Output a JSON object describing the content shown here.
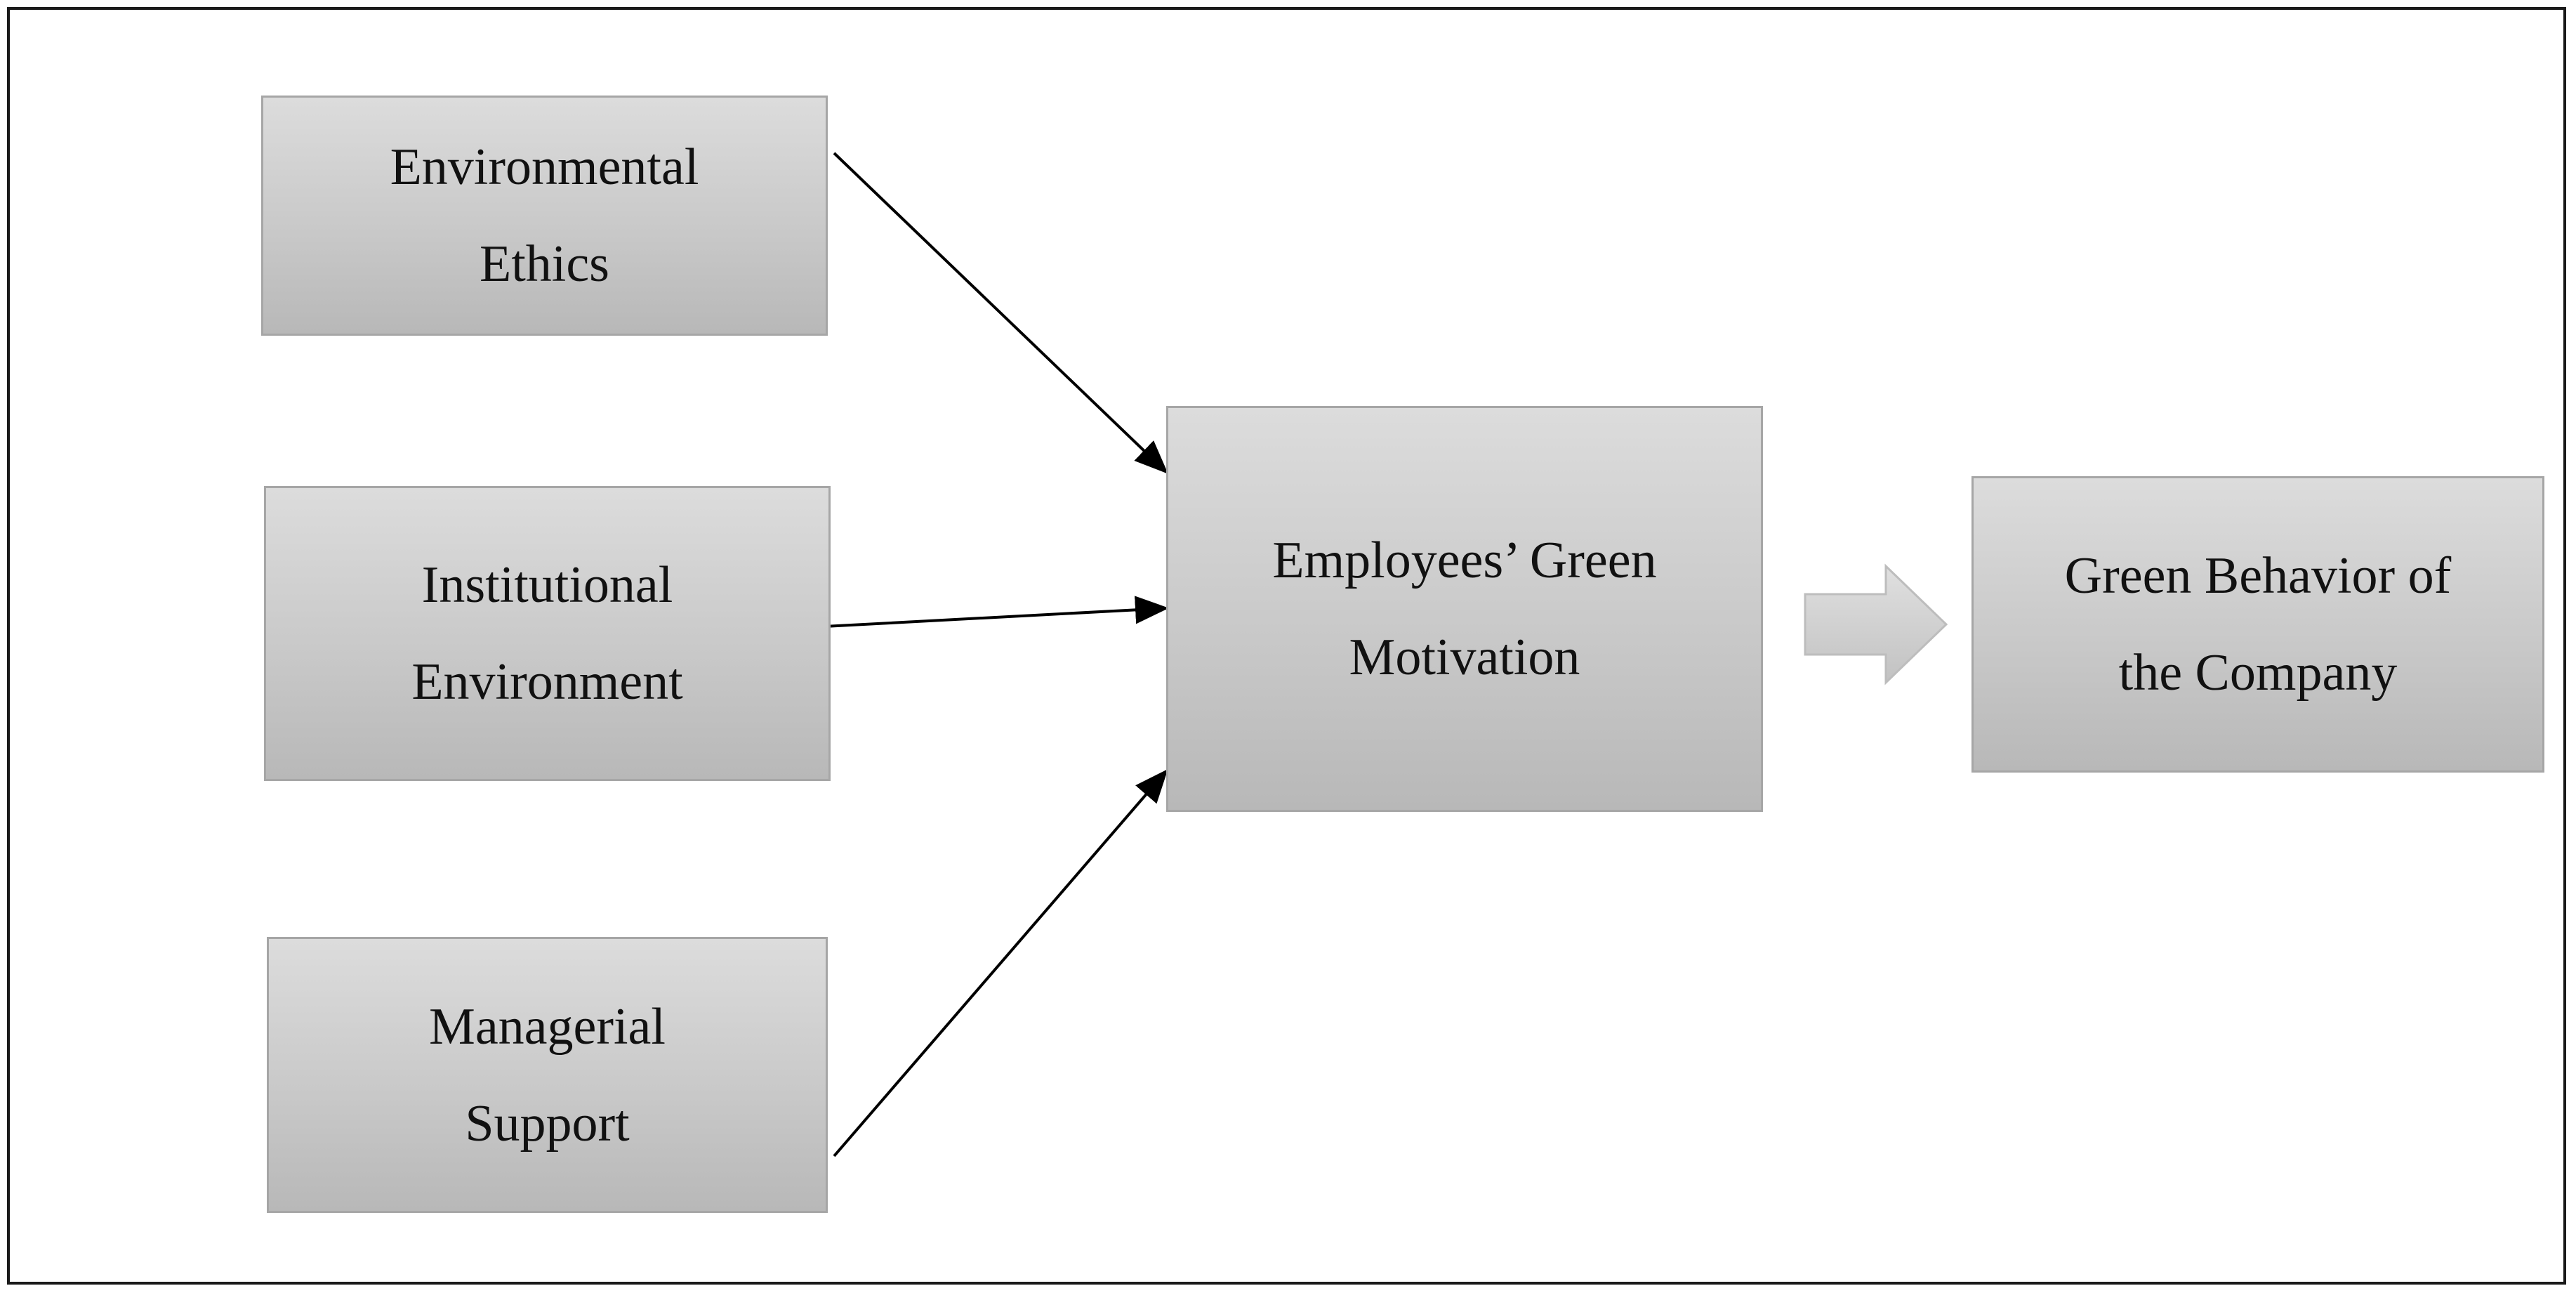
{
  "nodes": {
    "environmental_ethics": {
      "line1": "Environmental",
      "line2": "Ethics"
    },
    "institutional_environment": {
      "line1": "Institutional",
      "line2": "Environment"
    },
    "managerial_support": {
      "line1": "Managerial",
      "line2": "Support"
    },
    "employees_green_motivation": {
      "line1": "Employees’ Green",
      "line2": "Motivation"
    },
    "green_behavior": {
      "line1": "Green Behavior of",
      "line2": "the Company"
    }
  },
  "edges": [
    {
      "from": "environmental_ethics",
      "to": "employees_green_motivation",
      "style": "line-arrow"
    },
    {
      "from": "institutional_environment",
      "to": "employees_green_motivation",
      "style": "line-arrow"
    },
    {
      "from": "managerial_support",
      "to": "employees_green_motivation",
      "style": "line-arrow"
    },
    {
      "from": "employees_green_motivation",
      "to": "green_behavior",
      "style": "block-arrow"
    }
  ],
  "colors": {
    "box_fill_top": "#dcdcdc",
    "box_fill_bottom": "#b8b8b8",
    "box_border": "#a6a6a6",
    "arrow": "#000000",
    "block_arrow": "#cccccc",
    "frame": "#1a1a1a"
  }
}
